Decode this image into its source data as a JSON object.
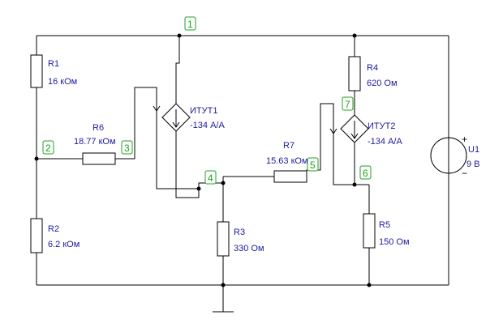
{
  "colors": {
    "wire": "#000000",
    "label": "#1a1aa0",
    "node": "#20a020"
  },
  "components": {
    "R1": {
      "name": "R1",
      "value": "16 кОм"
    },
    "R2": {
      "name": "R2",
      "value": "6.2 кОм"
    },
    "R3": {
      "name": "R3",
      "value": "330 Ом"
    },
    "R4": {
      "name": "R4",
      "value": "620 Ом"
    },
    "R5": {
      "name": "R5",
      "value": "150 Ом"
    },
    "R6": {
      "name": "R6",
      "value": "18.77 кОм"
    },
    "R7": {
      "name": "R7",
      "value": "15.63 кОм"
    },
    "ITUT1": {
      "name": "ИТУТ1",
      "value": "-134 А/А"
    },
    "ITUT2": {
      "name": "ИТУТ2",
      "value": "-134 А/А"
    },
    "U1": {
      "name": "U1",
      "value": "9 В",
      "plus": "+",
      "minus": "−"
    }
  },
  "nodes": [
    "1",
    "2",
    "3",
    "4",
    "5",
    "6",
    "7"
  ]
}
